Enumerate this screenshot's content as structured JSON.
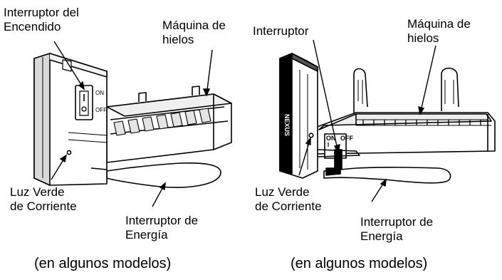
{
  "left_figure": {
    "callouts": {
      "switch": "Interruptor del\nEncendido",
      "ice_maker": "Máquina de\nhielos",
      "green_light": "Luz Verde\nde Corriente",
      "power_arm": "Interruptor de\nEnergía"
    },
    "switch_on": "ON",
    "switch_off": "OFF",
    "caption": "(en algunos modelos)"
  },
  "right_figure": {
    "callouts": {
      "switch": "Interruptor",
      "ice_maker": "Máquina de\nhielos",
      "green_light": "Luz Verde\nde Corriente",
      "power_arm": "Interruptor de\nEnergía"
    },
    "switch_on": "ON",
    "switch_off": "OFF",
    "caption": "(en algunos modelos)"
  },
  "colors": {
    "ink": "#000000",
    "background": "#ffffff",
    "shade": "#d9d9d9"
  }
}
